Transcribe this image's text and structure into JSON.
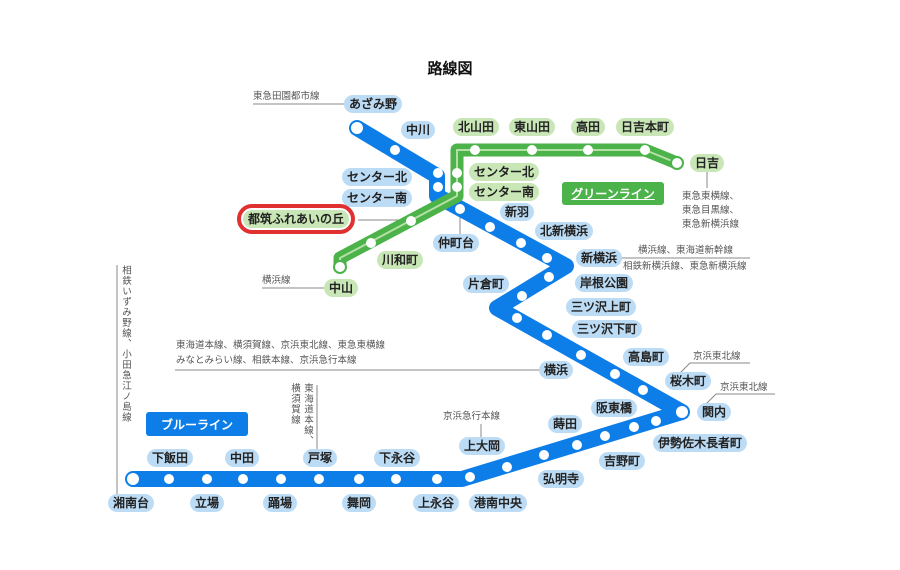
{
  "title": "路線図",
  "lines": {
    "green_label": "グリーンライン",
    "blue_label": "ブルーライン",
    "colors": {
      "blue": "#0d7ee8",
      "green": "#4cb24a",
      "highlight": "#e03030"
    }
  },
  "blue_stations": [
    "あざみ野",
    "中川",
    "センター北",
    "センター南",
    "仲町台",
    "新羽",
    "北新横浜",
    "新横浜",
    "岸根公園",
    "片倉町",
    "三ツ沢上町",
    "三ツ沢下町",
    "横浜",
    "高島町",
    "桜木町",
    "関内",
    "伊勢佐木長者町",
    "阪東橋",
    "吉野町",
    "蒔田",
    "弘明寺",
    "上大岡",
    "港南中央",
    "上永谷",
    "下永谷",
    "舞岡",
    "戸塚",
    "踊場",
    "中田",
    "立場",
    "下飯田",
    "湘南台"
  ],
  "green_stations": [
    "中山",
    "川和町",
    "都筑ふれあいの丘",
    "センター南",
    "センター北",
    "北山田",
    "東山田",
    "高田",
    "日吉本町",
    "日吉"
  ],
  "highlighted_station": "都筑ふれあいの丘",
  "transfers": {
    "azamino": "東急田園都市線",
    "nakayama": "横浜線",
    "hiyoshi": [
      "東急東横線、",
      "東急目黒線、",
      "東急新横浜線"
    ],
    "shinyokohama": [
      "横浜線、東海道新幹線",
      "相鉄新横浜線、東急新横浜線"
    ],
    "yokohama": [
      "東海道本線、横須賀線、京浜東北線、東急東横線",
      "みなとみらい線、相鉄本線、京浜急行本線"
    ],
    "sakuragicho": "京浜東北線",
    "kannai": "京浜東北線",
    "kamiooka": "京浜急行本線",
    "totsuka": [
      "東海道本線、",
      "横須賀線"
    ],
    "shonandai": "相鉄いずみ野線、小田急江ノ島線"
  }
}
